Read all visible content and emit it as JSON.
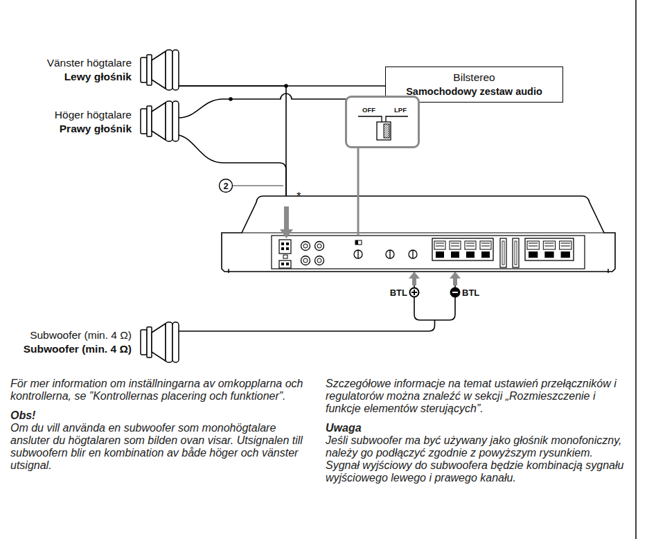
{
  "diagram": {
    "nodes": [
      {
        "text": [
          "Vänster högtalare",
          "Lewy głośnik"
        ]
      },
      {
        "text": [
          "Bilstereo",
          "Samochodowy zestaw audio"
        ]
      },
      {
        "text": [
          "Höger högtalare",
          "Prawy głośnik"
        ]
      },
      {
        "text": [
          "OFF",
          "LPF"
        ]
      },
      {
        "text": [
          "BTL",
          "BTL"
        ]
      },
      {
        "text": [
          "Subwoofer (min. 4 Ω)",
          "Subwoofer (min. 4 Ω)"
        ]
      }
    ],
    "edges": [
      {
        "from": 0,
        "to": 1,
        "arrow": "none"
      },
      {
        "from": 2,
        "to": 1,
        "arrow": "none"
      },
      {
        "from": 0,
        "to": 4,
        "arrow": "none"
      },
      {
        "from": 2,
        "to": 4,
        "arrow": "none"
      },
      {
        "from": 4,
        "to": 5,
        "arrow": "none"
      }
    ],
    "labels": [
      "2",
      "*",
      "För mer information om inställningarna av omkopplarna och kontrollerna, se ”Kontrollernas placering och funktioner”.",
      "Obs!",
      "Om du vill använda en subwoofer som monohögtalare ansluter du högtalaren som bilden ovan visar. Utsignalen till subwoofern blir en kombination av både höger och vänster utsignal.",
      "Szczegółowe informacje na temat ustawień przełączników i regulatorów można znaleźć w sekcji „Rozmieszczenie i funkcje elementów sterujących”.",
      "Uwaga",
      "Jeśli subwoofer ma być używany jako głośnik monofoniczny, należy go podłączyć zgodnie z powyższym rysunkiem. Sygnał wyjściowy do subwoofera będzie kombinacją sygnału wyjściowego lewego i prawego kanału."
    ]
  }
}
